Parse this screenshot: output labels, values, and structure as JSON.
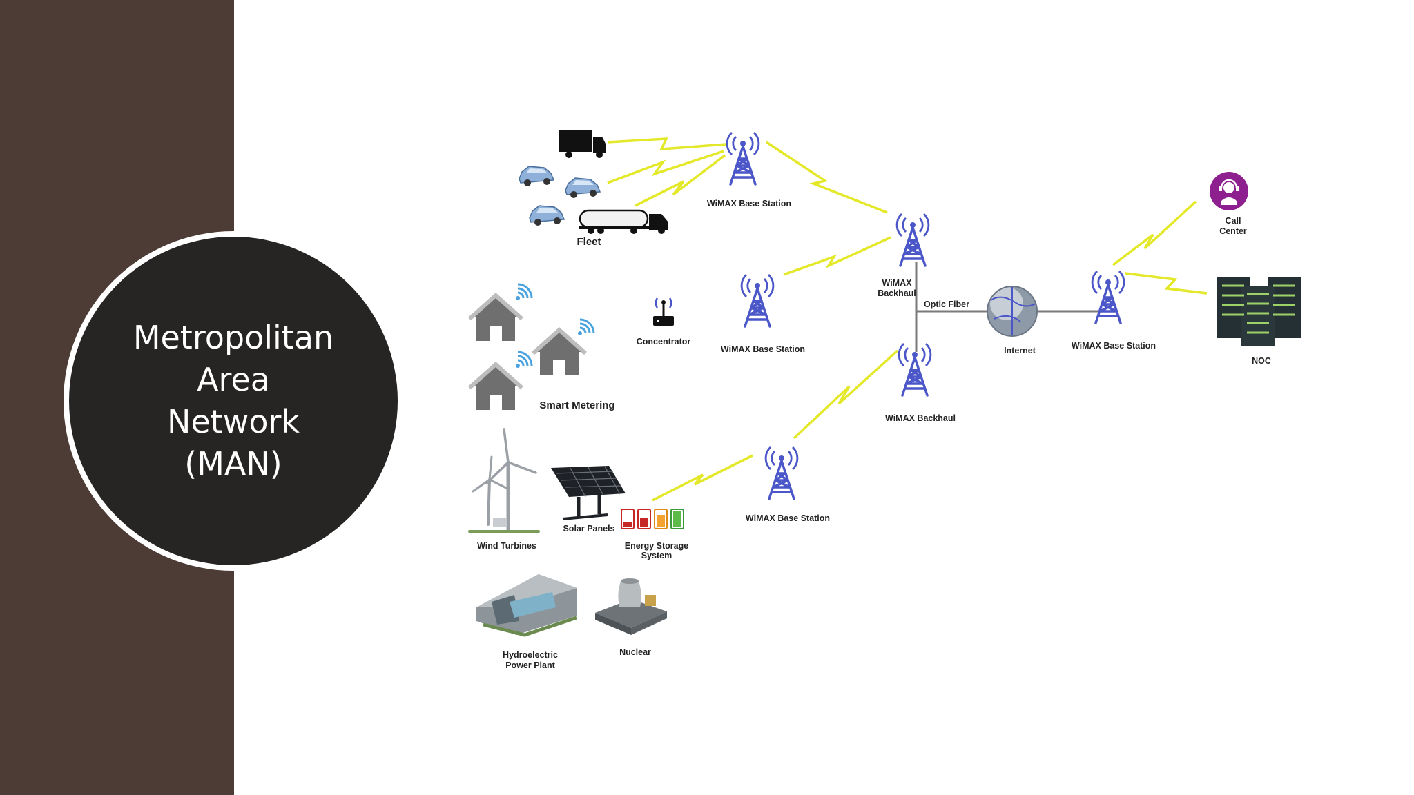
{
  "slide": {
    "title": "Metropolitan\nArea\nNetwork\n(MAN)",
    "colors": {
      "sidebar": "#4d3b35",
      "circle": "#272524",
      "tower": "#4b56c8",
      "bolt": "#e3e829",
      "call_center": "#8e1f8e"
    }
  },
  "diagram": {
    "fleet": "Fleet",
    "smart_metering": "Smart Metering",
    "concentrator": "Concentrator",
    "wind_turbines": "Wind Turbines",
    "solar_panels": "Solar Panels",
    "energy_storage_1": "Energy Storage",
    "energy_storage_2": "System",
    "hydro_1": "Hydroelectric",
    "hydro_2": "Power Plant",
    "nuclear": "Nuclear",
    "base_station_top": "WiMAX Base Station",
    "base_station_mid": "WiMAX Base Station",
    "base_station_bottom": "WiMAX Base Station",
    "backhaul_top_1": "WiMAX",
    "backhaul_top_2": "Backhaul",
    "backhaul_bottom": "WiMAX Backhaul",
    "optic_fiber": "Optic Fiber",
    "internet": "Internet",
    "base_station_right": "WiMAX Base Station",
    "call_center_1": "Call",
    "call_center_2": "Center",
    "noc": "NOC",
    "icons": [
      "truck-icon",
      "car-icon",
      "tanker-truck-icon",
      "tower-icon",
      "house-icon",
      "wifi-icon",
      "router-icon",
      "wind-turbine-icon",
      "solar-panel-icon",
      "battery-icon",
      "hydro-plant-icon",
      "nuclear-plant-icon",
      "globe-icon",
      "headset-icon",
      "server-rack-icon",
      "lightning-bolt-icon"
    ]
  }
}
